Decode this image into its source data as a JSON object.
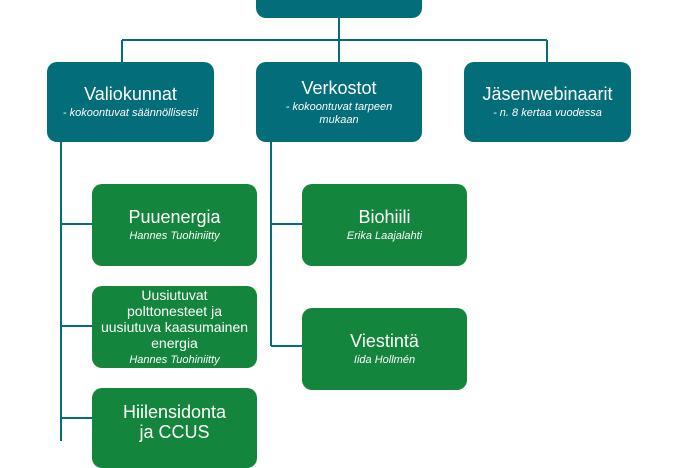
{
  "top": {
    "title": ""
  },
  "columns": [
    {
      "title": "Valiokunnat",
      "subtitle": "- kokoontuvat säännöllisesti"
    },
    {
      "title": "Verkostot",
      "subtitle": "- kokoontuvat tarpeen mukaan"
    },
    {
      "title": "Jäsenwebinaarit",
      "subtitle": "- n. 8 kertaa vuodessa"
    }
  ],
  "committees": [
    {
      "title": "Puuenergia",
      "person": "Hannes Tuohiniitty"
    },
    {
      "title": "Uusiutuvat polttonesteet ja uusiutuva kaasumainen energia",
      "person": "Hannes Tuohiniitty"
    },
    {
      "title": "Hiilensidonta ja CCUS",
      "person": ""
    }
  ],
  "networks": [
    {
      "title": "Biohiili",
      "person": "Erika Laajalahti"
    },
    {
      "title": "Viestintä",
      "person": "Iida Hollmén"
    }
  ],
  "colors": {
    "teal": "#036d79",
    "green": "#13853c",
    "line": "#036d79"
  }
}
